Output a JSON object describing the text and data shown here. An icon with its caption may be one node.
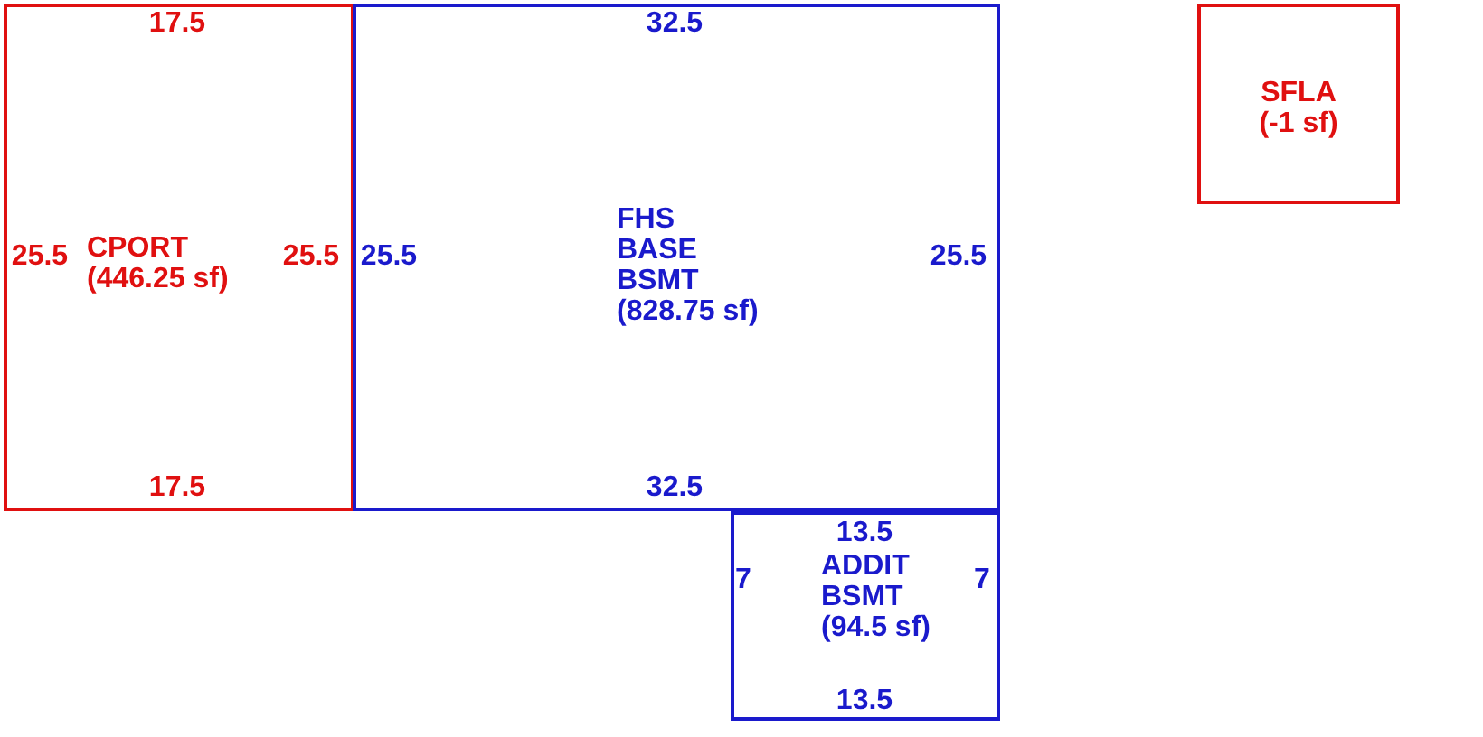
{
  "diagram": {
    "nodes": [
      {
        "text": [
          "CPORT",
          "(446.25 sf)"
        ]
      },
      {
        "text": [
          "FHS BASE BSMT",
          "(828.75 sf)"
        ]
      },
      {
        "text": [
          "ADDIT BSMT",
          "(94.5 sf)"
        ]
      },
      {
        "text": [
          "SFLA",
          "(-1 sf)"
        ]
      }
    ],
    "edges": [],
    "labels": [
      "17.5",
      "32.5",
      "25.5",
      "25.5",
      "25.5",
      "25.5",
      "17.5",
      "32.5",
      "13.5",
      "7",
      "7",
      "13.5"
    ]
  }
}
